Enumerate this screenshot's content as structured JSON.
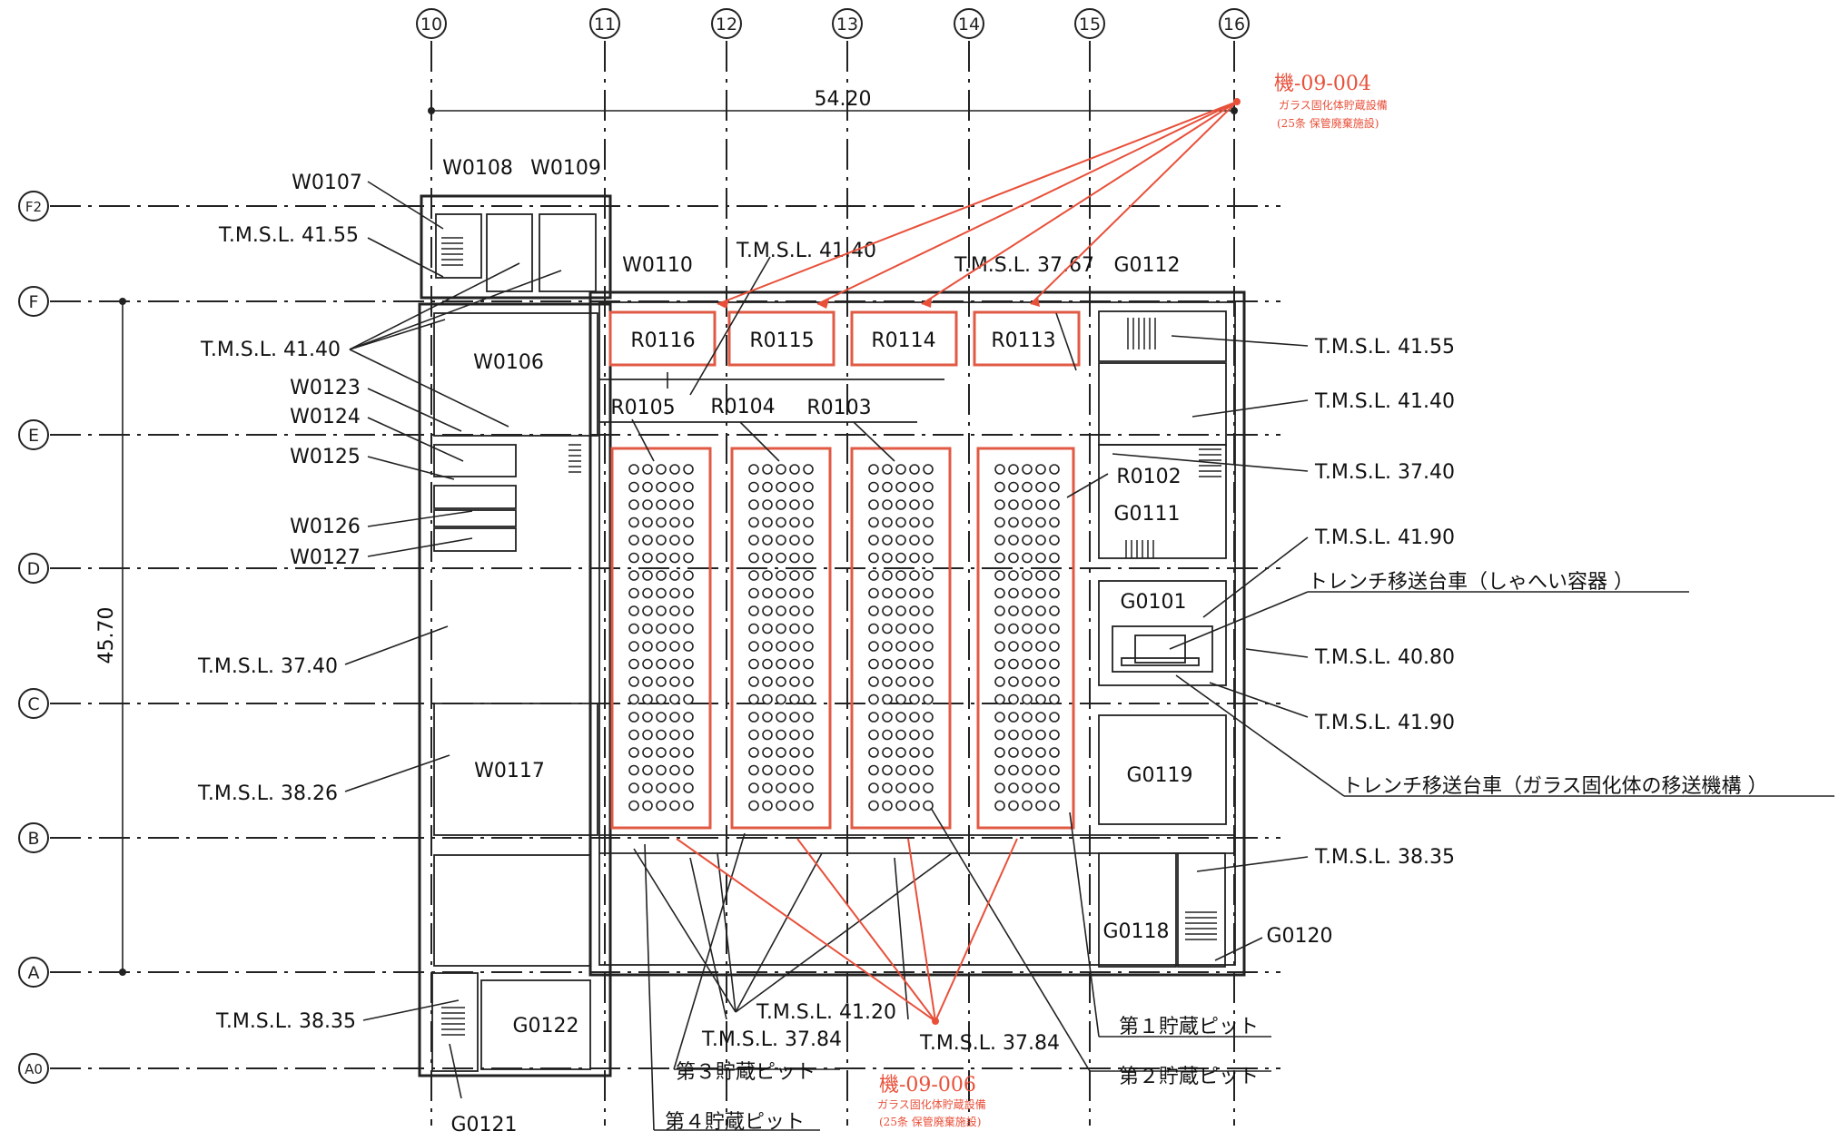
{
  "grid": {
    "columns": [
      "10",
      "11",
      "12",
      "13",
      "14",
      "15",
      "16"
    ],
    "rows": [
      "F2",
      "F",
      "E",
      "D",
      "C",
      "B",
      "A",
      "A0"
    ]
  },
  "dimensions": {
    "width": "54.20",
    "height": "45.70"
  },
  "annotations": {
    "top": {
      "title": "機-09-004",
      "line1": "ガラス固化体貯蔵設備",
      "line2": "(25条 保管廃棄施設)"
    },
    "bottom": {
      "title": "機-09-006",
      "line1": "ガラス固化体貯蔵設備",
      "line2": "(25条 保管廃棄施設)"
    }
  },
  "rooms": {
    "R0116": "R0116",
    "R0115": "R0115",
    "R0114": "R0114",
    "R0113": "R0113",
    "R0105": "R0105",
    "R0104": "R0104",
    "R0103": "R0103",
    "R0102": "R0102",
    "W0106": "W0106",
    "W0107": "W0107",
    "W0108": "W0108",
    "W0109": "W0109",
    "W0110": "W0110",
    "W0117": "W0117",
    "W0123": "W0123",
    "W0124": "W0124",
    "W0125": "W0125",
    "W0126": "W0126",
    "W0127": "W0127",
    "G0101": "G0101",
    "G0111": "G0111",
    "G0112": "G0112",
    "G0118": "G0118",
    "G0119": "G0119",
    "G0120": "G0120",
    "G0121": "G0121",
    "G0122": "G0122"
  },
  "levels": {
    "l4155_left": "T.M.S.L. 41.55",
    "l4140_left": "T.M.S.L. 41.40",
    "l3740_left": "T.M.S.L. 37.40",
    "l3826_left": "T.M.S.L. 38.26",
    "l3835_left": "T.M.S.L. 38.35",
    "l4140_top": "T.M.S.L. 41.40",
    "l3767_top": "T.M.S.L. 37.67",
    "l4155_right": "T.M.S.L. 41.55",
    "l4140_right": "T.M.S.L. 41.40",
    "l3740_right": "T.M.S.L. 37.40",
    "l4190_right_a": "T.M.S.L. 41.90",
    "l4080_right": "T.M.S.L. 40.80",
    "l4190_right_b": "T.M.S.L. 41.90",
    "l3835_right": "T.M.S.L. 38.35",
    "l4120_bottom": "T.M.S.L. 41.20",
    "l3784_bottom": "T.M.S.L. 37.84",
    "l3784_bottom_b": "T.M.S.L. 37.84"
  },
  "equipment": {
    "trench_shield": "トレンチ移送台車（しゃへい容器 ）",
    "trench_mechanism": "トレンチ移送台車（ガラス固化体の移送機構 ）",
    "pit1": "第１貯蔵ピット",
    "pit2": "第２貯蔵ピット",
    "pit3": "第３貯蔵ピット",
    "pit4": "第４貯蔵ピット"
  }
}
